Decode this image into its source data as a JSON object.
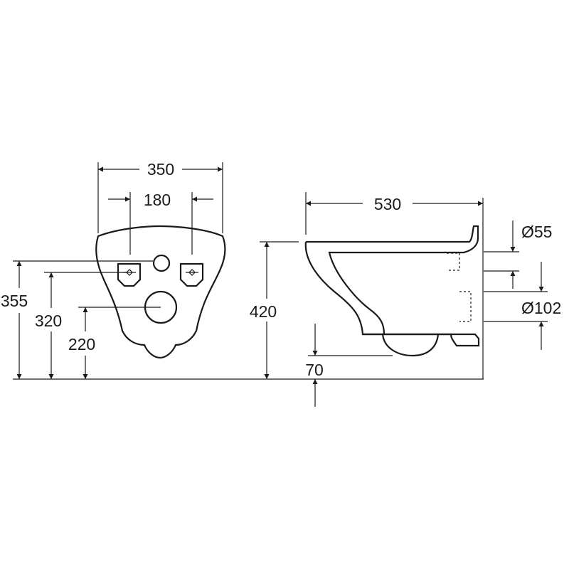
{
  "front_view": {
    "width_overall": "350",
    "fixing_spacing": "180",
    "height_inlet": "355",
    "height_fixings": "320",
    "height_outlet": "220"
  },
  "side_view": {
    "depth": "530",
    "height_rim": "420",
    "dia_inlet": "Ø55",
    "dia_outlet": "Ø102",
    "outlet_height": "70"
  }
}
